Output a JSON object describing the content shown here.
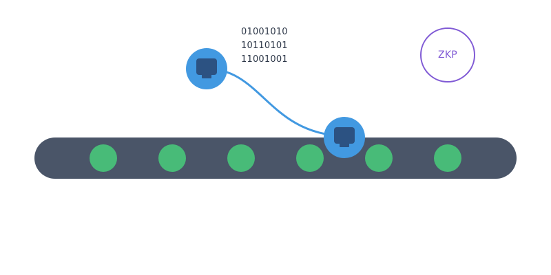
{
  "diagram": {
    "binary_lines": [
      "01001010",
      "10110101",
      "11001001"
    ],
    "zkp_label": "ZKP",
    "colors": {
      "track": "#4a5568",
      "validator_node": "#48bb78",
      "device_node": "#4299e1",
      "device_icon": "#2c5282",
      "link": "#4299e1",
      "binary_text": "#2d3748",
      "zkp": "#805ad5"
    },
    "icons": {
      "device": "monitor-icon"
    }
  }
}
